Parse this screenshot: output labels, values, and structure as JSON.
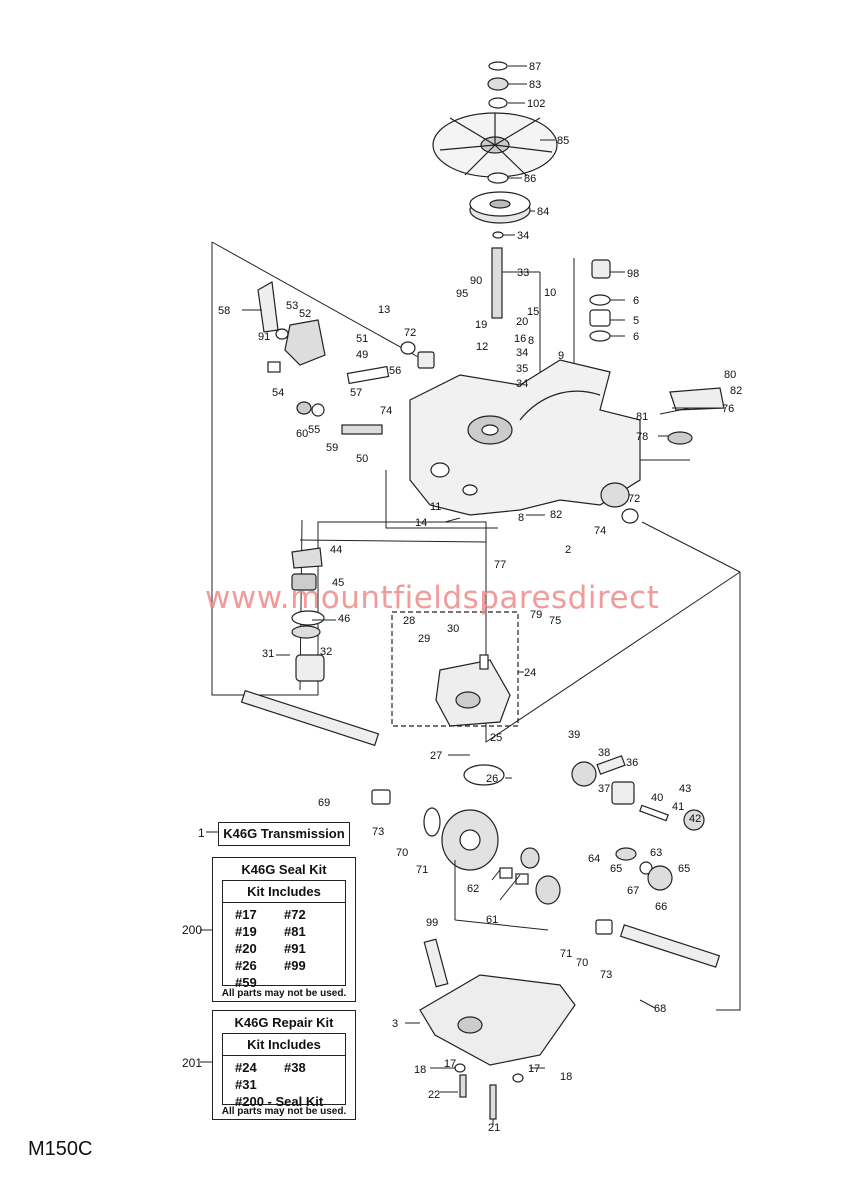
{
  "footer_code": "M150C",
  "watermark": "www.mountfieldsparesdirect",
  "transmission_box": {
    "ref": "1",
    "label": "K46G Transmission"
  },
  "seal_kit": {
    "ref": "200",
    "title": "K46G Seal Kit",
    "includes_label": "Kit Includes",
    "left_items": [
      "#17",
      "#19",
      "#20",
      "#26",
      "#59"
    ],
    "right_items": [
      "#72",
      "#81",
      "#91",
      "#99"
    ],
    "note": "All parts may not be used."
  },
  "repair_kit": {
    "ref": "201",
    "title": "K46G Repair Kit",
    "includes_label": "Kit Includes",
    "left_items": [
      "#24",
      "#31",
      "#200 - Seal Kit"
    ],
    "right_items": [
      "#38"
    ],
    "note": "All parts may not be used."
  },
  "part_labels": [
    "87",
    "83",
    "102",
    "85",
    "86",
    "84",
    "34",
    "33",
    "10",
    "98",
    "6",
    "5",
    "6",
    "95",
    "90",
    "58",
    "53",
    "52",
    "13",
    "19",
    "20",
    "15",
    "91",
    "72",
    "51",
    "16",
    "8",
    "12",
    "34",
    "9",
    "49",
    "56",
    "35",
    "34",
    "80",
    "82",
    "54",
    "57",
    "74",
    "76",
    "81",
    "78",
    "60",
    "55",
    "59",
    "50",
    "11",
    "14",
    "8",
    "82",
    "74",
    "72",
    "2",
    "44",
    "45",
    "46",
    "77",
    "79",
    "75",
    "28",
    "29",
    "30",
    "32",
    "31",
    "24",
    "25",
    "39",
    "38",
    "27",
    "26",
    "36",
    "37",
    "40",
    "43",
    "41",
    "42",
    "69",
    "73",
    "70",
    "71",
    "62",
    "64",
    "65",
    "63",
    "65",
    "67",
    "66",
    "61",
    "99",
    "71",
    "70",
    "73",
    "68",
    "3",
    "17",
    "18",
    "22",
    "17",
    "18",
    "21"
  ]
}
